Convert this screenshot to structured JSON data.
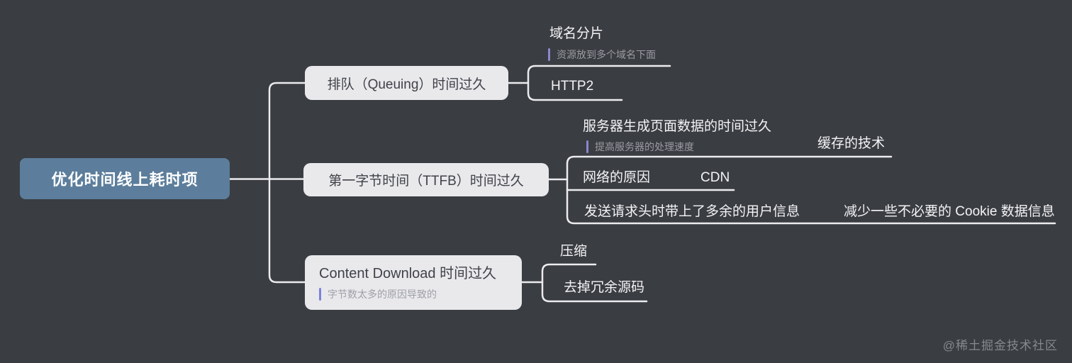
{
  "colors": {
    "background": "#3a3d42",
    "root_bg": "#5c7e9c",
    "root_text": "#ffffff",
    "box_bg": "#e9e9ec",
    "box_text": "#3f4248",
    "label_text": "#f4f4f6",
    "note_text": "#9b9ba3",
    "note_bar_purple": "#8d87c9",
    "note_bar_blue": "#7b82d6",
    "line": "#ececee",
    "watermark": "#85888d"
  },
  "root": {
    "label": "优化时间线上耗时项"
  },
  "branch_queuing": {
    "label": "排队（Queuing）时间过久",
    "children": {
      "domain_sharding": {
        "label": "域名分片",
        "note": "资源放到多个域名下面"
      },
      "http2": {
        "label": "HTTP2"
      }
    }
  },
  "branch_ttfb": {
    "label": "第一字节时间（TTFB）时间过久",
    "children": {
      "server_gen": {
        "label": "服务器生成页面数据的时间过久",
        "note": "提高服务器的处理速度",
        "child": "缓存的技术"
      },
      "network": {
        "label": "网络的原因",
        "child": "CDN"
      },
      "request_header": {
        "label": "发送请求头时带上了多余的用户信息",
        "child": "减少一些不必要的 Cookie 数据信息"
      }
    }
  },
  "branch_download": {
    "label": "Content Download 时间过久",
    "note": "字节数太多的原因导致的",
    "children": {
      "compress": {
        "label": "压缩"
      },
      "remove_redundant": {
        "label": "去掉冗余源码"
      }
    }
  },
  "watermark": "@稀土掘金技术社区"
}
